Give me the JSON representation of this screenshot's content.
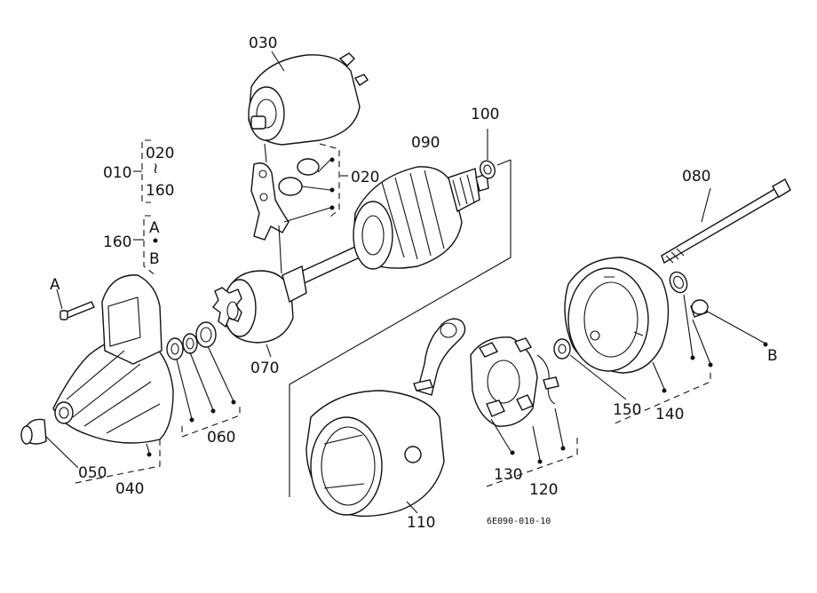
{
  "labels": {
    "p030": "030",
    "p010": "010",
    "p020a": "020",
    "p020b": "020",
    "tilde": "≀",
    "p160a": "160",
    "p160b": "160",
    "lA": "A",
    "lB": "B",
    "lA2": "A",
    "lB2": "B",
    "p090": "090",
    "p100": "100",
    "p080": "080",
    "p070": "070",
    "p060": "060",
    "p050": "050",
    "p040": "040",
    "p110": "110",
    "p130": "130",
    "p120": "120",
    "p150": "150",
    "p140": "140"
  },
  "drawing_code": "6E090-010-10",
  "colors": {
    "ink": "#111111",
    "paper": "#ffffff"
  }
}
